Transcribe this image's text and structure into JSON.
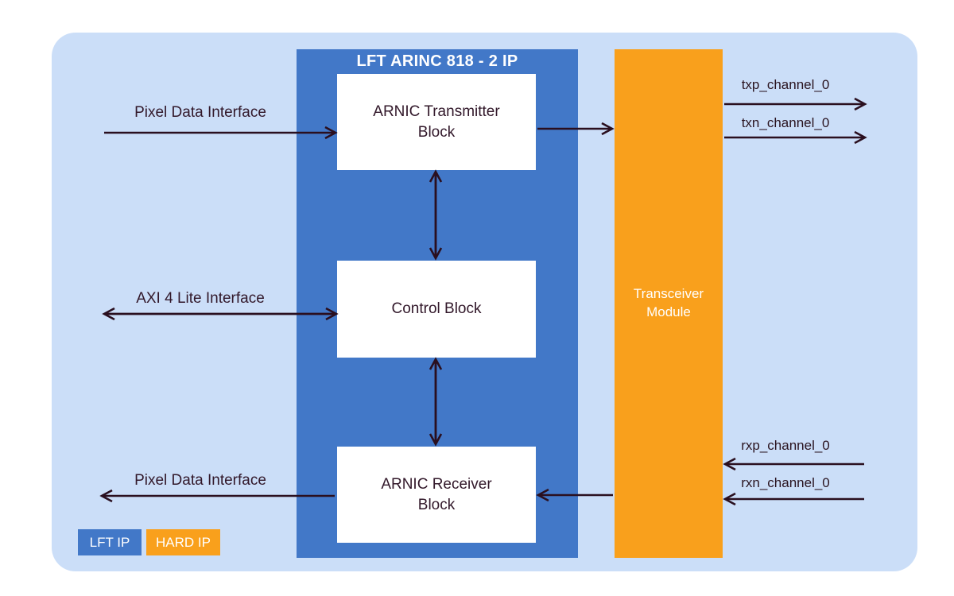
{
  "colors": {
    "page_bg": "#ffffff",
    "container_bg": "#cbdef8",
    "ip_blue": "#4278c8",
    "hard_orange": "#f9a01c",
    "block_bg": "#ffffff",
    "arrow": "#2a0f1f",
    "label_text": "#32182a",
    "on_color_text": "#ffffff"
  },
  "ip_block": {
    "title": "LFT ARINC 818 - 2 IP",
    "blocks": [
      {
        "label": "ARNIC Transmitter Block"
      },
      {
        "label": "Control Block"
      },
      {
        "label": "ARNIC Receiver Block"
      }
    ]
  },
  "transceiver": {
    "label": "Transceiver Module"
  },
  "interfaces": {
    "pixel_in": "Pixel Data Interface",
    "axi": "AXI 4 Lite Interface",
    "pixel_out": "Pixel Data Interface"
  },
  "channels": {
    "txp": "txp_channel_0",
    "txn": "txn_channel_0",
    "rxp": "rxp_channel_0",
    "rxn": "rxn_channel_0"
  },
  "legend": [
    {
      "label": "LFT IP",
      "color": "#4278c8"
    },
    {
      "label": "HARD IP",
      "color": "#f9a01c"
    }
  ]
}
